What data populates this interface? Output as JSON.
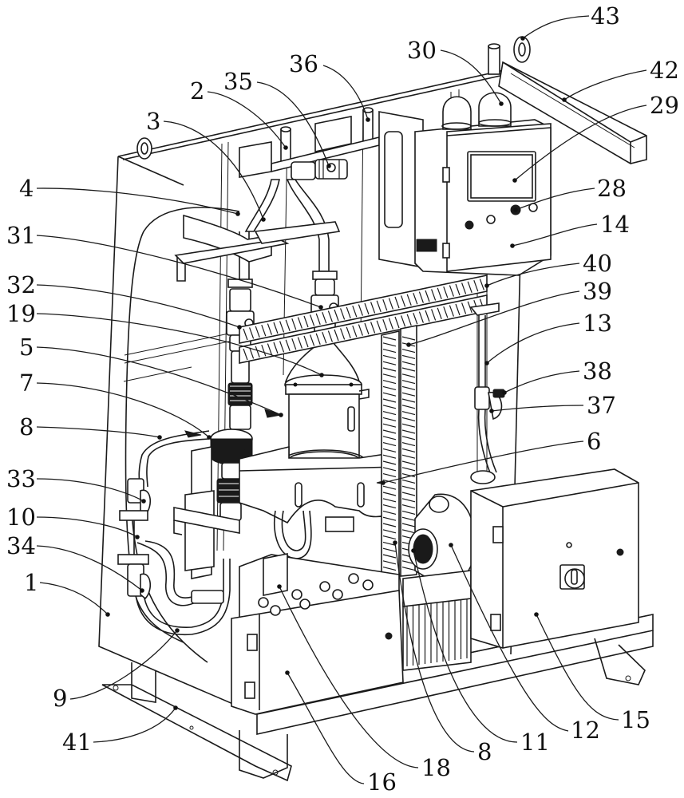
{
  "figure": {
    "type": "patent-drawing",
    "subject": "equipment cabinet perspective view",
    "callouts": [
      {
        "id": "c1",
        "label": "1",
        "part": "cabinet-frame"
      },
      {
        "id": "c2",
        "label": "2",
        "part": "upper-pipe-fitting"
      },
      {
        "id": "c3",
        "label": "3",
        "part": "inlet-pipe"
      },
      {
        "id": "c4",
        "label": "4",
        "part": "elbow-pipe"
      },
      {
        "id": "c5",
        "label": "5",
        "part": "separator-dome"
      },
      {
        "id": "c6",
        "label": "6",
        "part": "separator-base"
      },
      {
        "id": "c7",
        "label": "7",
        "part": "filter-housing"
      },
      {
        "id": "c8a",
        "label": "8",
        "part": "hose-left"
      },
      {
        "id": "c8b",
        "label": "8",
        "part": "hose-bottom"
      },
      {
        "id": "c9",
        "label": "9",
        "part": "return-hose"
      },
      {
        "id": "c10",
        "label": "10",
        "part": "vertical-pipe"
      },
      {
        "id": "c11",
        "label": "11",
        "part": "pump-motor"
      },
      {
        "id": "c12",
        "label": "12",
        "part": "pump-cover"
      },
      {
        "id": "c13",
        "label": "13",
        "part": "sample-line"
      },
      {
        "id": "c14",
        "label": "14",
        "part": "control-box"
      },
      {
        "id": "c15",
        "label": "15",
        "part": "power-box"
      },
      {
        "id": "c16",
        "label": "16",
        "part": "junction-box"
      },
      {
        "id": "c18",
        "label": "18",
        "part": "junction-cover"
      },
      {
        "id": "c19",
        "label": "19",
        "part": "coupling"
      },
      {
        "id": "c28",
        "label": "28",
        "part": "control-button"
      },
      {
        "id": "c29",
        "label": "29",
        "part": "display-screen"
      },
      {
        "id": "c30",
        "label": "30",
        "part": "warning-light"
      },
      {
        "id": "c31",
        "label": "31",
        "part": "pipe-bracket"
      },
      {
        "id": "c32",
        "label": "32",
        "part": "valve-left"
      },
      {
        "id": "c33",
        "label": "33",
        "part": "ball-valve-upper"
      },
      {
        "id": "c34",
        "label": "34",
        "part": "ball-valve-lower"
      },
      {
        "id": "c35",
        "label": "35",
        "part": "top-valve"
      },
      {
        "id": "c36",
        "label": "36",
        "part": "vent-pipe"
      },
      {
        "id": "c37",
        "label": "37",
        "part": "needle-valve"
      },
      {
        "id": "c38",
        "label": "38",
        "part": "valve-knob"
      },
      {
        "id": "c39",
        "label": "39",
        "part": "cable-duct-vertical"
      },
      {
        "id": "c40",
        "label": "40",
        "part": "cable-duct-horizontal"
      },
      {
        "id": "c41",
        "label": "41",
        "part": "base-foot"
      },
      {
        "id": "c42",
        "label": "42",
        "part": "lifting-beam"
      },
      {
        "id": "c43",
        "label": "43",
        "part": "lifting-eye"
      }
    ]
  }
}
